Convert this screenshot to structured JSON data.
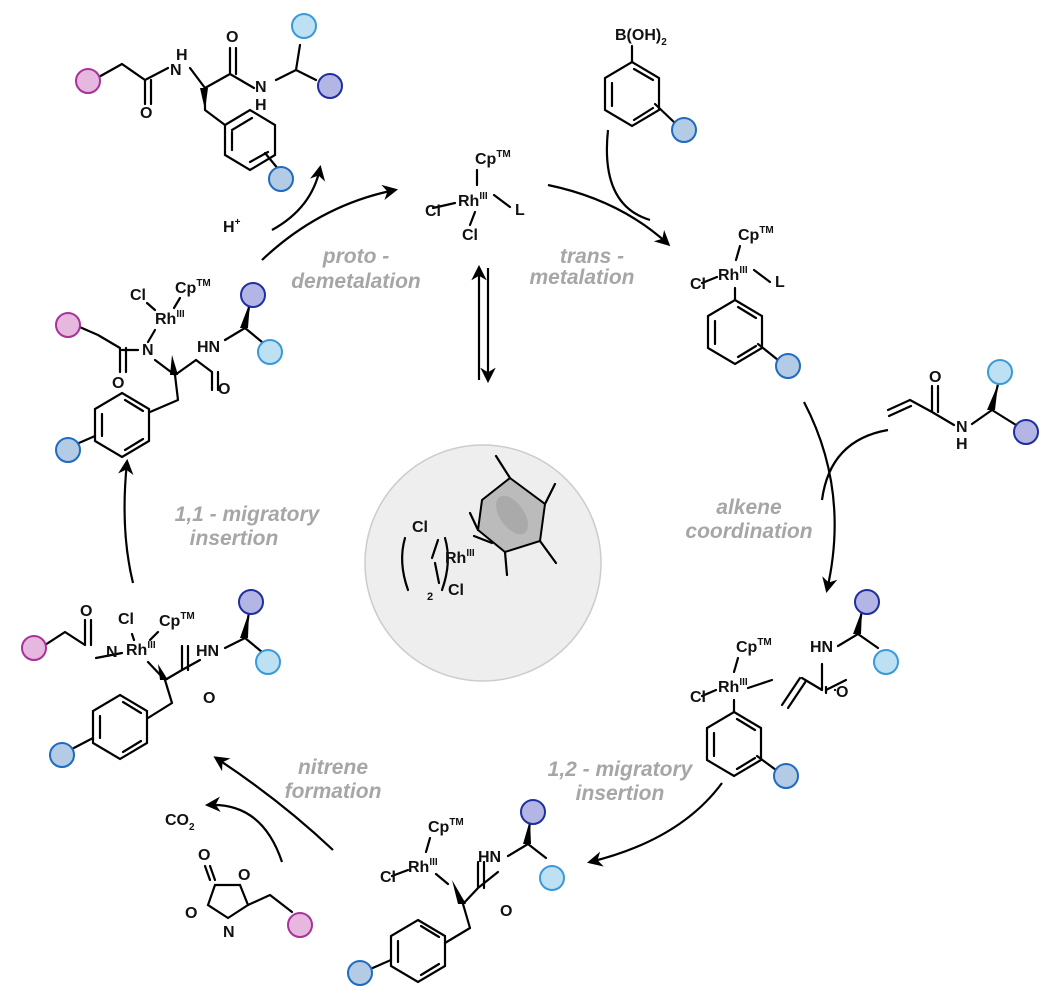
{
  "steps": {
    "protodemetalation_1": "proto -",
    "protodemetalation_2": "demetalation",
    "transmetalation_1": "trans -",
    "transmetalation_2": "metalation",
    "alkene_1": "alkene",
    "alkene_2": "coordination",
    "mi12_1": "1,2 - migratory",
    "mi12_2": "insertion",
    "nitrene_1": "nitrene",
    "nitrene_2": "formation",
    "mi11_1": "1,1 - migratory",
    "mi11_2": "insertion"
  },
  "labels": {
    "cp": "Cp",
    "tm": "TM",
    "rh": "Rh",
    "iii": "III",
    "cl": "Cl",
    "l": "L",
    "h_plus": "H",
    "plus": "+",
    "co2": "CO",
    "two": "2",
    "boronic": "B(OH)",
    "n": "N",
    "nh": "NH",
    "hn": "HN",
    "h": "H",
    "o": "O"
  },
  "colors": {
    "magenta_fill": "#e6b8e0",
    "magenta_stroke": "#a8329a",
    "light_blue_fill": "#bde0f2",
    "light_blue_stroke": "#3a9ad9",
    "mid_blue_fill": "#b4cbe6",
    "mid_blue_stroke": "#1f6bbf",
    "dark_blue_fill": "#b3b6e4",
    "dark_blue_stroke": "#1f2ea0",
    "step_gray": "#a6a6a6",
    "center_circle": "#eeeeee"
  }
}
